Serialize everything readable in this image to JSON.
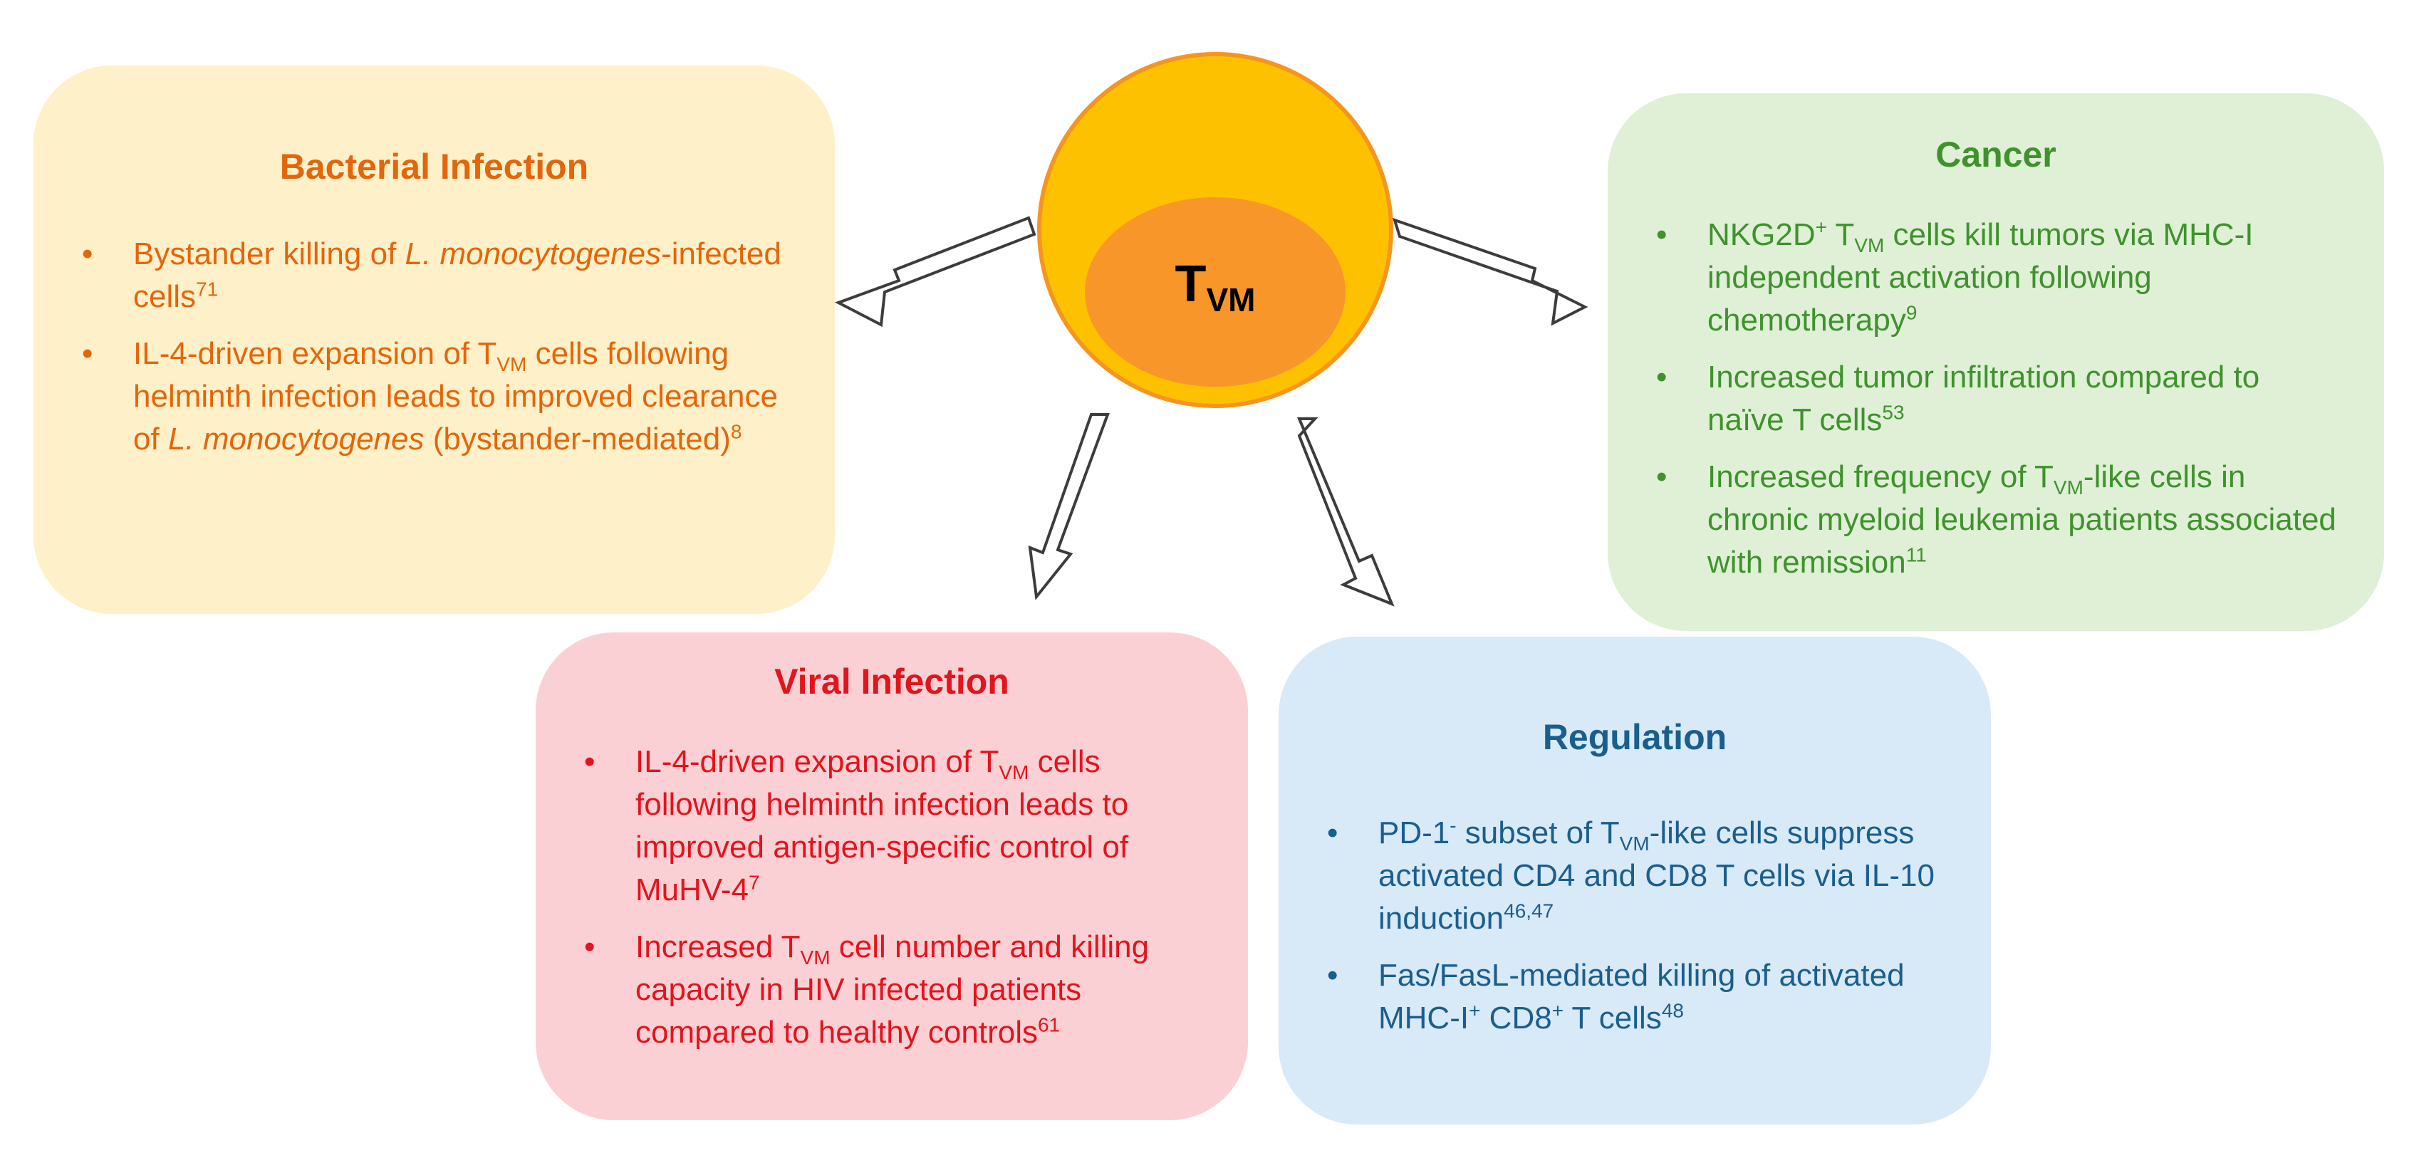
{
  "center": {
    "label_main": "T",
    "label_sub": "VM"
  },
  "boxes": {
    "bacterial": {
      "title": "Bacterial Infection",
      "items": [
        [
          {
            "t": "Bystander killing of "
          },
          {
            "t": "L. monocytogenes",
            "i": true
          },
          {
            "t": "-infected cells"
          },
          {
            "t": "71",
            "sup": true
          }
        ],
        [
          {
            "t": "IL-4-driven expansion of T"
          },
          {
            "t": "VM",
            "sub": true
          },
          {
            "t": " cells following helminth infection leads to improved clearance of "
          },
          {
            "t": "L. monocytogenes",
            "i": true
          },
          {
            "t": " (bystander-mediated)"
          },
          {
            "t": "8",
            "sup": true
          }
        ]
      ]
    },
    "cancer": {
      "title": "Cancer",
      "items": [
        [
          {
            "t": "NKG2D"
          },
          {
            "t": "+",
            "sup": true
          },
          {
            "t": " T"
          },
          {
            "t": "VM",
            "sub": true
          },
          {
            "t": " cells kill tumors via MHC-I independent activation following chemotherapy"
          },
          {
            "t": "9",
            "sup": true
          }
        ],
        [
          {
            "t": "Increased tumor infiltration compared to naïve T cells"
          },
          {
            "t": "53",
            "sup": true
          }
        ],
        [
          {
            "t": "Increased frequency of T"
          },
          {
            "t": "VM",
            "sub": true
          },
          {
            "t": "-like cells in chronic myeloid leukemia patients associated with remission"
          },
          {
            "t": "11",
            "sup": true
          }
        ]
      ]
    },
    "viral": {
      "title": "Viral Infection",
      "items": [
        [
          {
            "t": "IL-4-driven expansion of T"
          },
          {
            "t": "VM",
            "sub": true
          },
          {
            "t": " cells following helminth infection leads to improved antigen-specific control of MuHV-4"
          },
          {
            "t": "7",
            "sup": true
          }
        ],
        [
          {
            "t": "Increased T"
          },
          {
            "t": "VM",
            "sub": true
          },
          {
            "t": " cell number and killing capacity in HIV infected patients compared to healthy controls"
          },
          {
            "t": "61",
            "sup": true
          }
        ]
      ]
    },
    "regulation": {
      "title": "Regulation",
      "items": [
        [
          {
            "t": "PD-1"
          },
          {
            "t": "-",
            "sup": true
          },
          {
            "t": " subset of T"
          },
          {
            "t": "VM",
            "sub": true
          },
          {
            "t": "-like cells suppress activated CD4 and CD8 T cells via IL-10 induction"
          },
          {
            "t": "46,47",
            "sup": true
          }
        ],
        [
          {
            "t": "Fas/FasL-mediated killing of activated MHC-I"
          },
          {
            "t": "+",
            "sup": true
          },
          {
            "t": " CD8"
          },
          {
            "t": "+",
            "sup": true
          },
          {
            "t": " T cells"
          },
          {
            "t": "48",
            "sup": true
          }
        ]
      ]
    }
  }
}
